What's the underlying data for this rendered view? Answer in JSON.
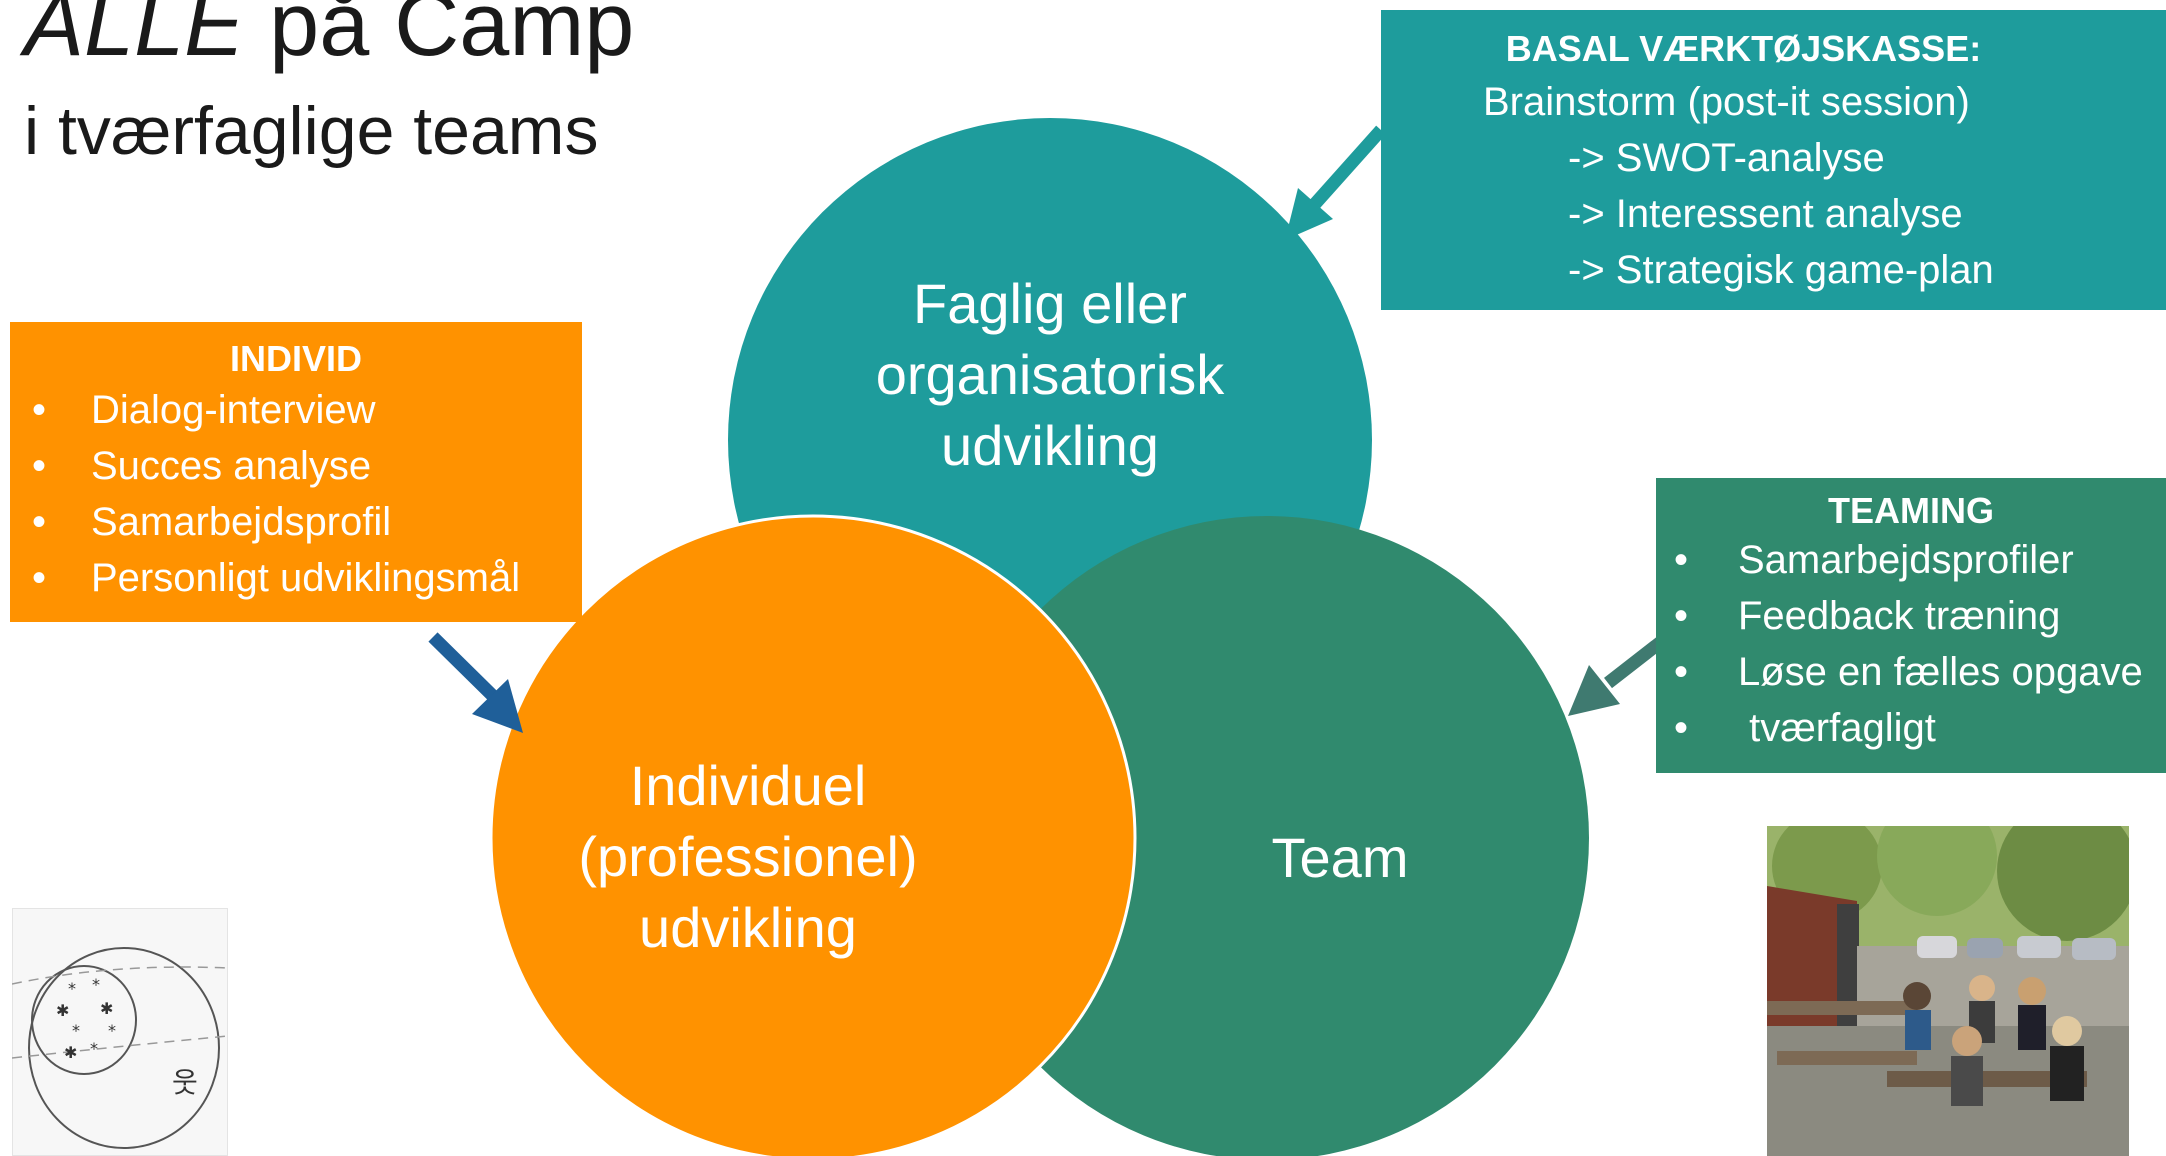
{
  "title": {
    "emph": "ALLE",
    "rest": " på Camp",
    "sub": "i tværfaglige teams"
  },
  "circles": {
    "faglig": {
      "lines": [
        "Faglig eller",
        "organisatorisk",
        "udvikling"
      ],
      "color": "#1e9c9c"
    },
    "team": {
      "lines": [
        "Team"
      ],
      "color": "#308a6e"
    },
    "individ": {
      "lines": [
        "Individuel",
        "(professionel)",
        "udvikling"
      ],
      "color": "#ff9200"
    }
  },
  "boxes": {
    "individ": {
      "heading": "INDIVID",
      "bullet": "•",
      "items": [
        "Dialog-interview",
        "Succes analyse",
        "Samarbejdsprofil",
        "Personligt udviklingsmål"
      ],
      "color": "#ff9200"
    },
    "basal": {
      "heading": "BASAL VÆRKTØJSKASSE:",
      "lines": [
        "Brainstorm (post-it session)",
        "-> SWOT-analyse",
        "-> Interessent analyse",
        "-> Strategisk game-plan"
      ],
      "color": "#1e9c9c"
    },
    "teaming": {
      "heading": "TEAMING",
      "bullet": "•",
      "items": [
        "Samarbejdsprofiler",
        "Feedback træning",
        "Løse en fælles opgave",
        " tværfagligt"
      ],
      "color": "#308a6e"
    }
  },
  "arrows": {
    "individ_color": "#1f5f99",
    "basal_color": "#1e9c9c",
    "team_color": "#3f7a70"
  },
  "images": {
    "sketch": "hand-drawn-group-sketch",
    "photo": "outdoor-camp-group-photo"
  }
}
